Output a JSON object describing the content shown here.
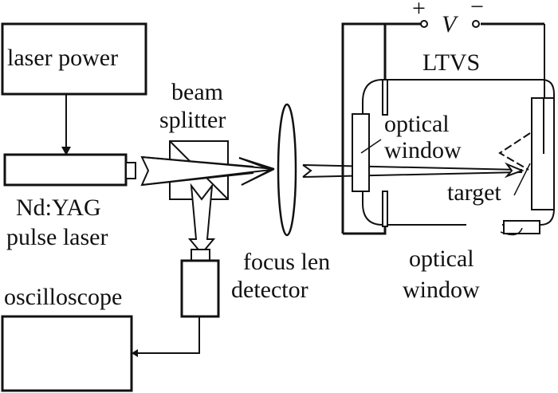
{
  "diagram": {
    "type": "experimental-setup-schematic",
    "components": {
      "laser_power": {
        "label": "laser power"
      },
      "laser": {
        "label_line1": "Nd:YAG",
        "label_line2": "pulse laser"
      },
      "beam_splitter": {
        "label_line1": "beam",
        "label_line2": "splitter"
      },
      "focus_lens": {
        "label": "focus len"
      },
      "detector": {
        "label": "detector"
      },
      "oscilloscope": {
        "label": "oscilloscope"
      },
      "ltvs": {
        "label": "LTVS"
      },
      "voltage": {
        "plus": "+",
        "symbol": "V",
        "minus": "−"
      },
      "optical_window_entry": {
        "label_line1": "optical",
        "label_line2": "window"
      },
      "target": {
        "label": "target"
      },
      "optical_window_bottom": {
        "label_line1": "optical",
        "label_line2": "window"
      }
    },
    "connections": [
      {
        "from": "laser power",
        "to": "Nd:YAG pulse laser",
        "kind": "arrow"
      },
      {
        "from": "Nd:YAG pulse laser",
        "to": "beam splitter",
        "kind": "beam"
      },
      {
        "from": "beam splitter",
        "to": "focus len",
        "kind": "beam"
      },
      {
        "from": "beam splitter",
        "to": "detector",
        "kind": "beam"
      },
      {
        "from": "focus len",
        "to": "target",
        "kind": "beam"
      },
      {
        "from": "detector",
        "to": "oscilloscope",
        "kind": "arrow"
      }
    ]
  }
}
